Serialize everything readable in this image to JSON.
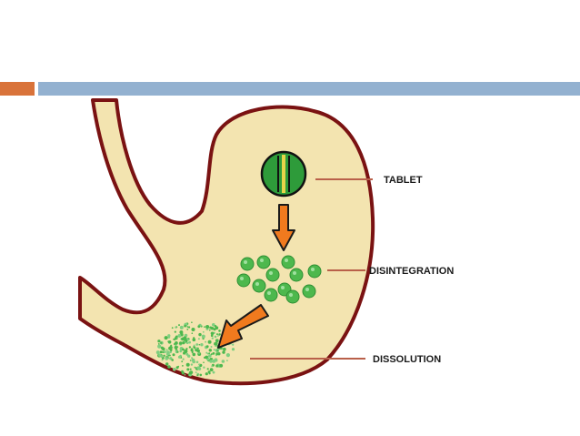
{
  "colors": {
    "orange_accent": "#D9733A",
    "blue_accent": "#93B1D0",
    "stomach_fill": "#F3E4B0",
    "stomach_outline": "#7A1212",
    "tablet_green": "#2E9B3A",
    "particle_green": "#4DB84D",
    "arrow_orange": "#F07A1E",
    "leader_line": "#B9604A"
  },
  "labels": {
    "tablet": "TABLET",
    "disintegration": "DISINTEGRATION",
    "dissolution": "DISSOLUTION"
  }
}
